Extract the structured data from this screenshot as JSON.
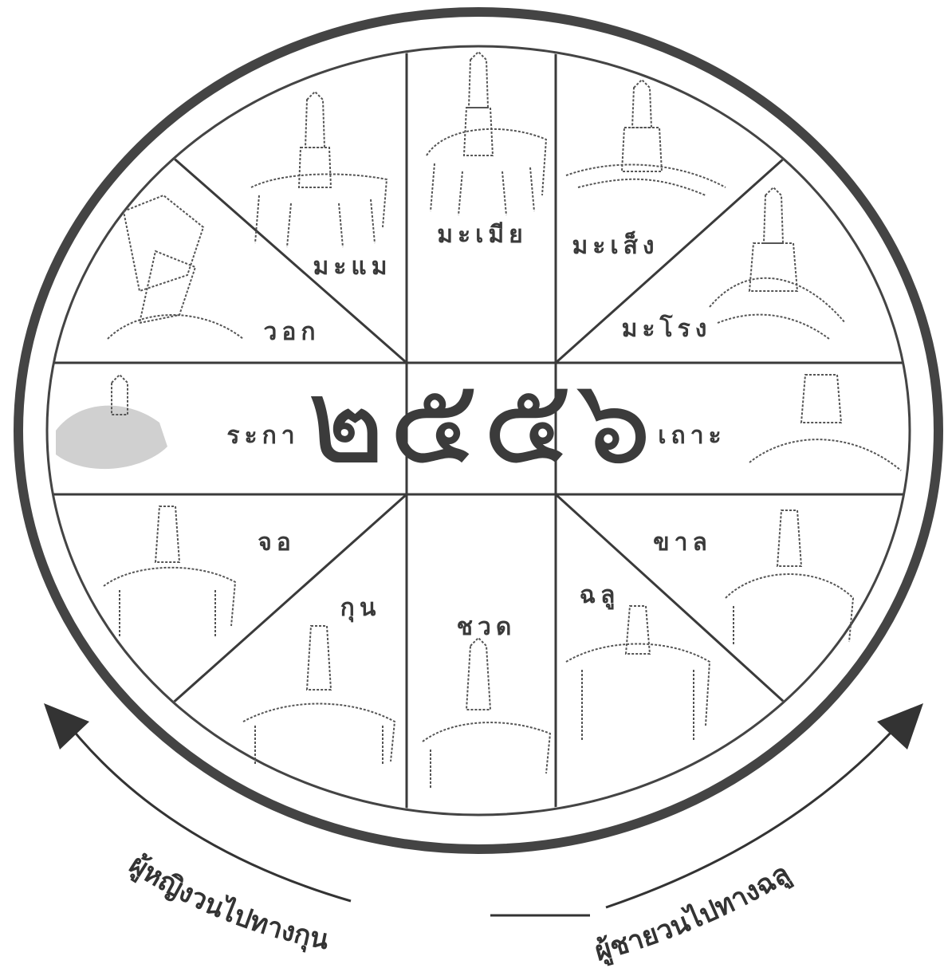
{
  "year": "๒๕๕๖",
  "zodiac": [
    {
      "id": "rat",
      "label": "ชวด"
    },
    {
      "id": "ox",
      "label": "ฉลู"
    },
    {
      "id": "tiger",
      "label": "ขาล"
    },
    {
      "id": "rabbit",
      "label": "เถาะ"
    },
    {
      "id": "dragon",
      "label": "มะโรง"
    },
    {
      "id": "snake",
      "label": "มะเส็ง"
    },
    {
      "id": "horse",
      "label": "มะเมีย"
    },
    {
      "id": "goat",
      "label": "มะแม"
    },
    {
      "id": "monkey",
      "label": "วอก"
    },
    {
      "id": "rooster",
      "label": "ระกา"
    },
    {
      "id": "dog",
      "label": "จอ"
    },
    {
      "id": "pig",
      "label": "กุน"
    }
  ],
  "arrows": {
    "left": "ผู้หญิงวนไปทางกุน",
    "right": "ผู้ชายวนไปทางฉลู"
  },
  "colors": {
    "ink": "#3a3a3a",
    "ring": "#444444"
  }
}
